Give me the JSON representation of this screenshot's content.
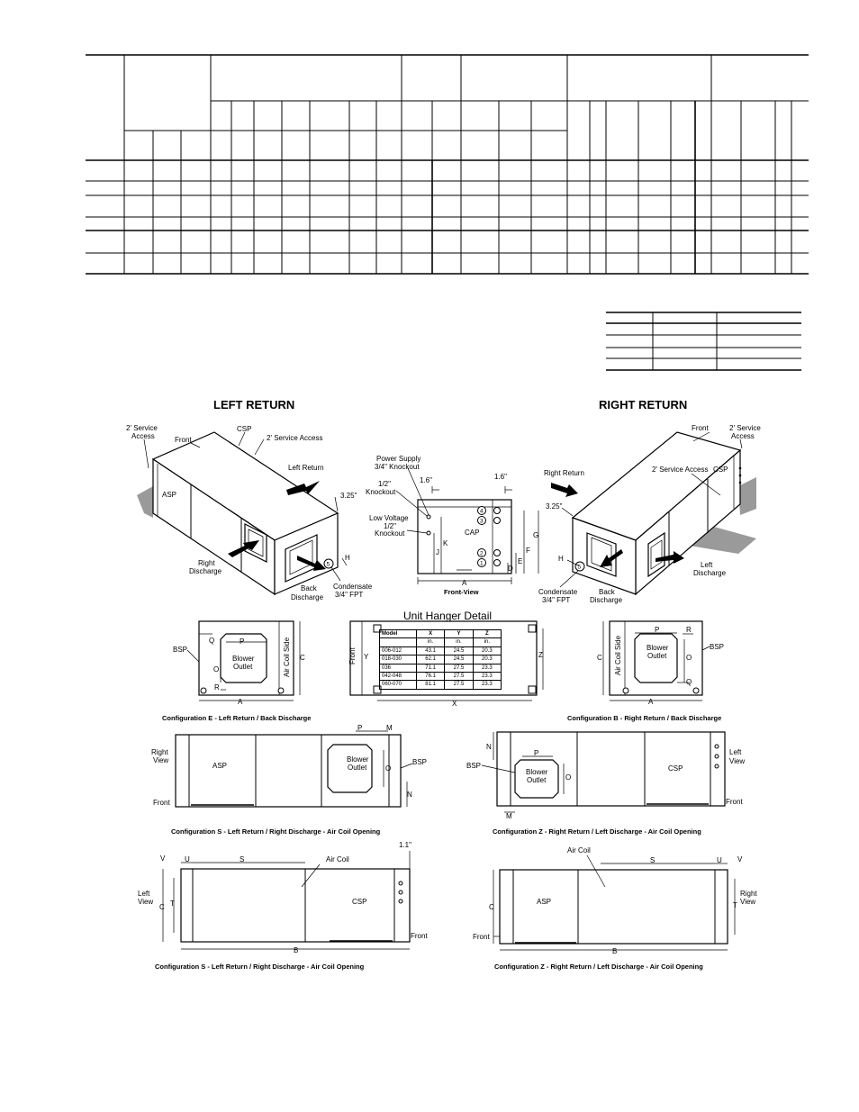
{
  "left_return": {
    "title": "LEFT RETURN",
    "service_access_1": "2' Service",
    "service_access_1b": "Access",
    "front": "Front",
    "csp": "CSP",
    "service_access_2": "2' Service Access",
    "left_return": "Left Return",
    "dim_325": "3.25\"",
    "asp": "ASP",
    "right_discharge_1": "Right",
    "right_discharge_2": "Discharge",
    "back_discharge_1": "Back",
    "back_discharge_2": "Discharge",
    "h": "H",
    "condensate_1": "Condensate",
    "condensate_2": "3/4\" FPT",
    "callout5": "5"
  },
  "right_return": {
    "title": "RIGHT RETURN",
    "front": "Front",
    "service_access_1": "2' Service",
    "service_access_1b": "Access",
    "service_access_2": "2' Service Access",
    "right_return": "Right Return",
    "dim_325": "3.25\"",
    "csp": "CSP",
    "h": "H",
    "condensate_1": "Condensate",
    "condensate_2": "3/4\" FPT",
    "back_discharge_1": "Back",
    "back_discharge_2": "Discharge",
    "left_discharge_1": "Left",
    "left_discharge_2": "Discharge",
    "callout5": "5"
  },
  "front_view": {
    "power_supply_1": "Power Supply",
    "power_supply_2": "3/4\" Knockout",
    "half_knockout_1": "1/2\"",
    "half_knockout_2": "Knockout",
    "low_voltage_1": "Low Voltage",
    "low_voltage_2": "1/2\"",
    "low_voltage_3": "Knockout",
    "dim_16_left": "1.6\"",
    "dim_16_right": "1.6\"",
    "cap": "CAP",
    "k": "K",
    "j": "J",
    "a": "A",
    "e": "E",
    "d": "D",
    "f": "F",
    "g": "G",
    "c1": "1",
    "c2": "2",
    "c3": "3",
    "c4": "4",
    "caption": "Front-View"
  },
  "hanger": {
    "title": "Unit Hanger Detail",
    "front": "Front",
    "y": "Y",
    "z": "Z",
    "x": "X",
    "headers": [
      "Model",
      "X",
      "Y",
      "Z"
    ],
    "units": [
      "",
      "in.",
      "in.",
      "in."
    ],
    "rows": [
      [
        "006-012",
        "43.1",
        "24.5",
        "20.3"
      ],
      [
        "018-030",
        "62.1",
        "24.5",
        "20.3"
      ],
      [
        "036",
        "71.1",
        "27.5",
        "23.3"
      ],
      [
        "042-048",
        "76.1",
        "27.5",
        "23.3"
      ],
      [
        "060-070",
        "81.1",
        "27.5",
        "23.3"
      ]
    ]
  },
  "config_e": {
    "bsp": "BSP",
    "q": "Q",
    "p": "P",
    "o": "O",
    "r": "R",
    "blower_1": "Blower",
    "blower_2": "Outlet",
    "air_coil_side": "Air Coil Side",
    "c": "C",
    "a": "A",
    "caption": "Configuration E - Left Return / Back Discharge"
  },
  "config_b": {
    "p": "P",
    "r": "R",
    "o": "O",
    "q": "Q",
    "bsp": "BSP",
    "blower_1": "Blower",
    "blower_2": "Outlet",
    "air_coil_side": "Air Coil Side",
    "c": "C",
    "a": "A",
    "caption": "Configuration B - Right Return / Back Discharge"
  },
  "config_s_top": {
    "right_view_1": "Right",
    "right_view_2": "View",
    "front": "Front",
    "asp": "ASP",
    "p": "P",
    "m": "M",
    "blower_1": "Blower",
    "blower_2": "Outlet",
    "o": "O",
    "bsp": "BSP",
    "n": "N",
    "caption": "Configuration S - Left Return / Right Discharge - Air Coil Opening"
  },
  "config_z_top": {
    "n": "N",
    "p": "P",
    "bsp": "BSP",
    "blower_1": "Blower",
    "blower_2": "Outlet",
    "o": "O",
    "m": "M",
    "csp": "CSP",
    "left_view_1": "Left",
    "left_view_2": "View",
    "front": "Front",
    "caption": "Configuration Z - Right Return / Left Discharge - Air Coil Opening"
  },
  "config_s_bottom": {
    "v": "V",
    "u": "U",
    "s": "S",
    "air_coil": "Air Coil",
    "dim_11": "1.1\"",
    "left_view_1": "Left",
    "left_view_2": "View",
    "c": "C",
    "t": "T",
    "csp": "CSP",
    "front": "Front",
    "b": "B",
    "caption": "Configuration S - Left Return / Right Discharge - Air Coil Opening"
  },
  "config_z_bottom": {
    "air_coil": "Air Coil",
    "s": "S",
    "u": "U",
    "v": "V",
    "c": "C",
    "asp": "ASP",
    "right_view_1": "Right",
    "right_view_2": "View",
    "t": "T",
    "front": "Front",
    "b": "B",
    "caption": "Configuration Z - Right Return / Left Discharge - Air Coil Opening"
  }
}
